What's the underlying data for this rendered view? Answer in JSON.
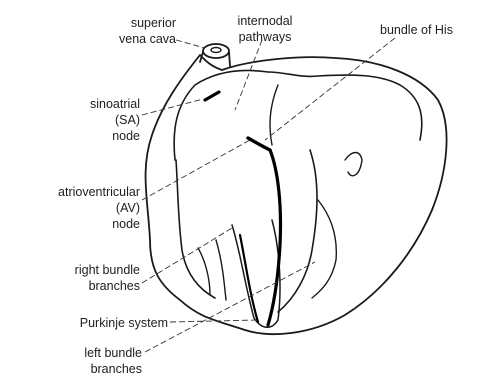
{
  "labels": {
    "superior_vena_cava": "superior\nvena cava",
    "internodal_pathways": "internodal\npathways",
    "bundle_of_his": "bundle of His",
    "sa_node": "sinoatrial\n(SA)\nnode",
    "av_node": "atrioventricular\n(AV)\nnode",
    "right_bundle_branches": "right bundle\nbranches",
    "purkinje_system": "Purkinje system",
    "left_bundle_branches": "left bundle\nbranches"
  }
}
